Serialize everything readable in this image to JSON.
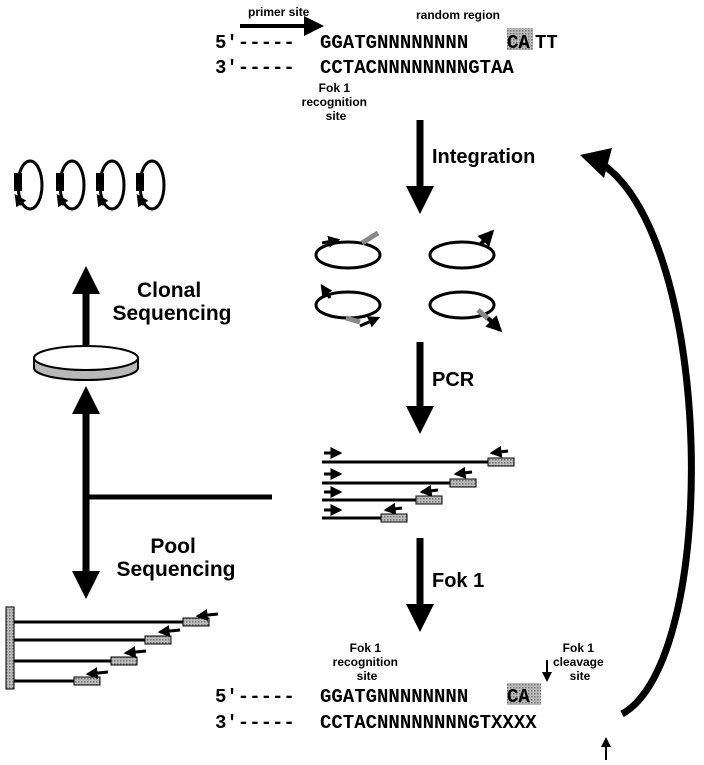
{
  "top_sequence": {
    "primer_label": "primer site",
    "random_label": "random region",
    "strand5_prefix": "5'-----",
    "strand5_core": "GGATGNNNNNNNN",
    "strand5_highlight": "CA",
    "strand5_suffix": "TT",
    "strand3_prefix": "3'-----",
    "strand3_body": "CCTACNNNNNNNNGTAA",
    "recognition_label_lines": [
      "Fok 1",
      "recognition",
      "site"
    ]
  },
  "steps": {
    "integration": "Integration",
    "pcr": "PCR",
    "fok1": "Fok 1"
  },
  "left_panel": {
    "clonal_lines": [
      "Clonal",
      "Sequencing"
    ],
    "pool_lines": [
      "Pool",
      "Sequencing"
    ]
  },
  "bottom_sequence": {
    "recognition_label_lines": [
      "Fok 1",
      "recognition",
      "site"
    ],
    "cleavage_label_lines": [
      "Fok 1",
      "cleavage",
      "site"
    ],
    "strand5_prefix": "5'-----",
    "strand5_core": "GGATGNNNNNNNN",
    "strand5_highlight": "CA",
    "strand3_prefix": "3'-----",
    "strand3_body": "CCTACNNNNNNNNGTXXXX"
  },
  "colors": {
    "ink": "#000000",
    "hatch": "#9a9a9a",
    "plate_fill": "#b8b8b8"
  }
}
